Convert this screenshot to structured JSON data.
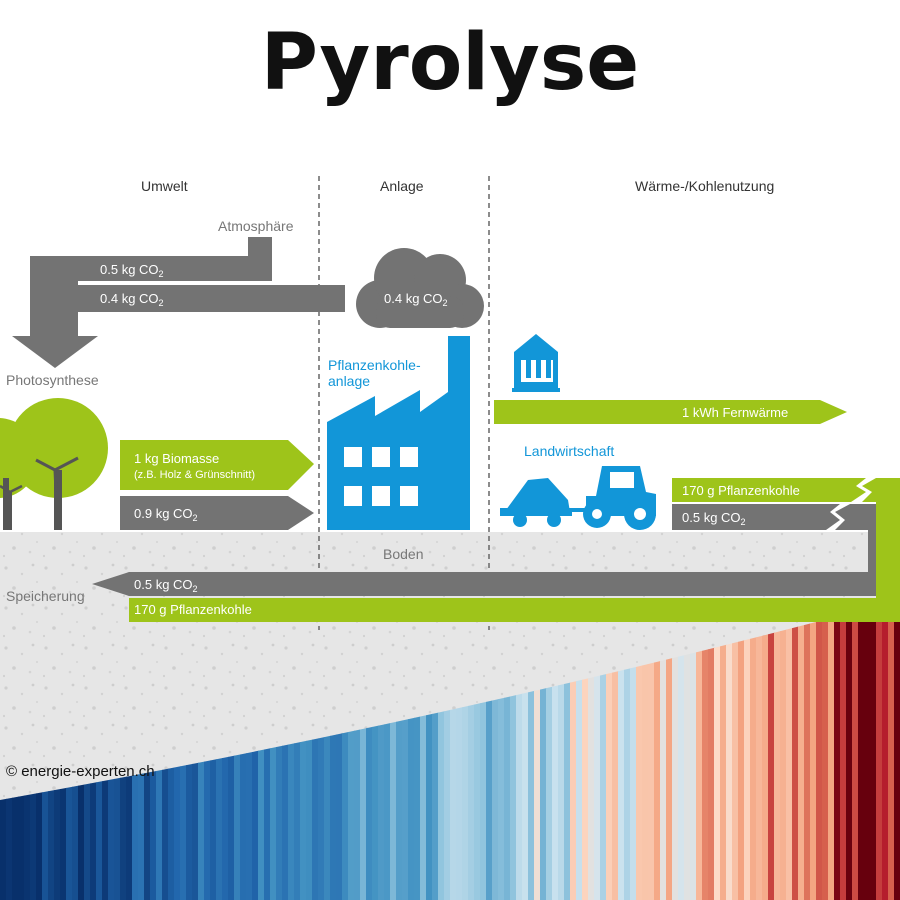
{
  "title": "Pyrolyse",
  "sections": {
    "umwelt": "Umwelt",
    "anlage": "Anlage",
    "waerme": "Wärme-/Kohlenutzung"
  },
  "labels": {
    "atmosphaere": "Atmosphäre",
    "photosynthese": "Photosynthese",
    "boden": "Boden",
    "speicherung": "Speicherung",
    "pflanzenkohle_anlage_1": "Pflanzenkohle-",
    "pflanzenkohle_anlage_2": "anlage",
    "landwirtschaft": "Landwirtschaft"
  },
  "flows": {
    "co2_unit": "kg CO",
    "co2_sub": "2",
    "atm_05": "0.5",
    "atm_04": "0.4",
    "cloud_04": "0.4",
    "biomasse_1": "1 kg Biomasse",
    "biomasse_2": "(z.B. Holz & Grünschnitt)",
    "co2_09": "0.9",
    "fernwaerme": "1 kWh Fernwärme",
    "pk_top": "170 g Pflanzenkohle",
    "co2_05_top": "0.5",
    "co2_05_bottom": "0.5",
    "pk_bottom": "170 g Pflanzenkohle"
  },
  "footer": "© energie-experten.ch",
  "colors": {
    "green": "#9ec41a",
    "gray_flow": "#737373",
    "blue": "#1296d8",
    "ground": "#e4e4e4",
    "tree": "#9ec41a"
  },
  "icons": [
    "cloud-icon",
    "factory-icon",
    "tree-icon",
    "wind-turbine-icon",
    "heat-exchanger-icon",
    "tractor-icon"
  ]
}
